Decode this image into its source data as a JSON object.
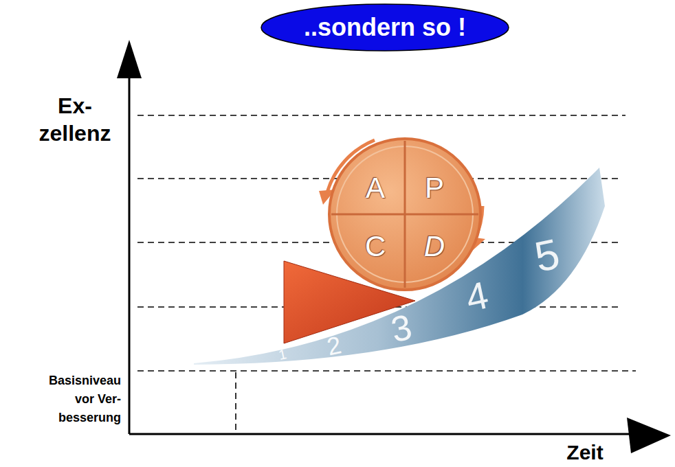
{
  "diagram": {
    "title": "..sondern so !",
    "nodes": [
      {
        "text": [
          "A",
          "P",
          "C",
          "D"
        ]
      }
    ],
    "labels": [
      "Ex- zellenz",
      "Zeit",
      "Basisniveau vor Ver- besserung",
      "1",
      "2",
      "3",
      "4",
      "5"
    ]
  }
}
